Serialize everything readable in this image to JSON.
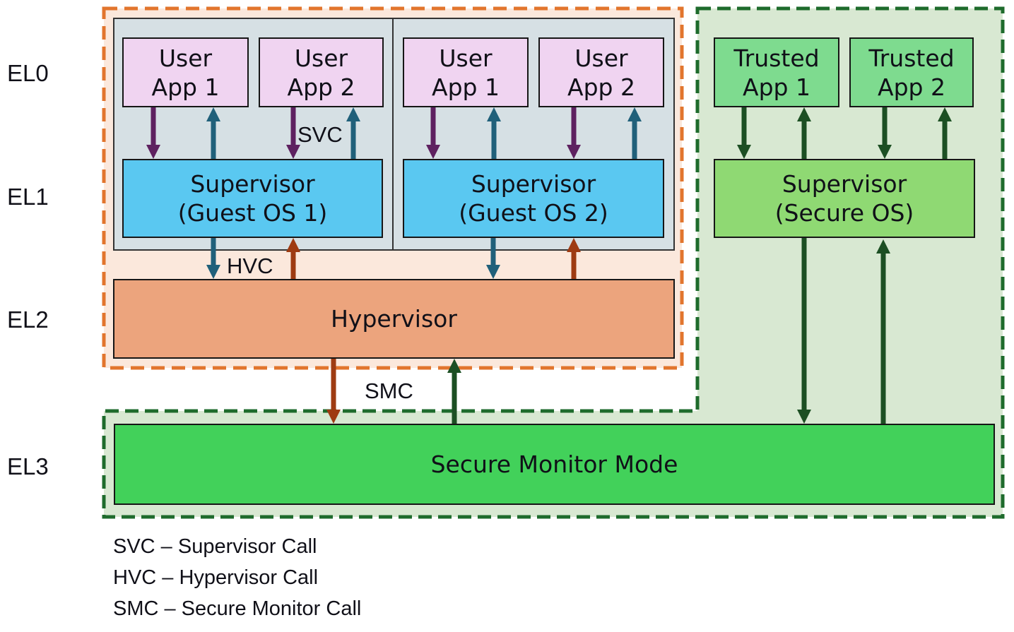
{
  "el_labels": [
    {
      "label": "EL0"
    },
    {
      "label": "EL1"
    },
    {
      "label": "EL2"
    },
    {
      "label": "EL3"
    }
  ],
  "normal_world": {
    "guests": [
      {
        "apps": [
          {
            "line1": "User",
            "line2": "App 1"
          },
          {
            "line1": "User",
            "line2": "App 2"
          }
        ],
        "supervisor": {
          "line1": "Supervisor",
          "line2": "(Guest OS 1)"
        }
      },
      {
        "apps": [
          {
            "line1": "User",
            "line2": "App 1"
          },
          {
            "line1": "User",
            "line2": "App 2"
          }
        ],
        "supervisor": {
          "line1": "Supervisor",
          "line2": "(Guest OS 2)"
        }
      }
    ],
    "hypervisor": {
      "label": "Hypervisor"
    }
  },
  "secure_world": {
    "apps": [
      {
        "line1": "Trusted",
        "line2": "App 1"
      },
      {
        "line1": "Trusted",
        "line2": "App 2"
      }
    ],
    "supervisor": {
      "line1": "Supervisor",
      "line2": "(Secure OS)"
    },
    "monitor": {
      "label": "Secure Monitor Mode"
    }
  },
  "call_labels": {
    "svc": "SVC",
    "hvc": "HVC",
    "smc": "SMC"
  },
  "legend": [
    "SVC – Supervisor Call",
    "HVC – Hypervisor Call",
    "SMC – Secure Monitor Call"
  ],
  "colors": {
    "normal_world_dash": "#e2752d",
    "normal_world_fill": "#fbe8dc",
    "secure_world_dash": "#1e6b2c",
    "secure_world_fill": "#d8e8d2",
    "guest_container_fill": "#d6e0e4",
    "user_app_fill": "#f0d4f1",
    "guest_supervisor_fill": "#5ac8f1",
    "hypervisor_fill": "#eca47d",
    "trusted_app_fill": "#7edb8f",
    "secure_supervisor_fill": "#8fd973",
    "secure_monitor_fill": "#42d15a",
    "svc_down_arrow": "#5e2160",
    "svc_up_arrow": "#20607a",
    "hvc_up_arrow": "#9e3b12",
    "secure_arrow": "#1c4f23"
  }
}
